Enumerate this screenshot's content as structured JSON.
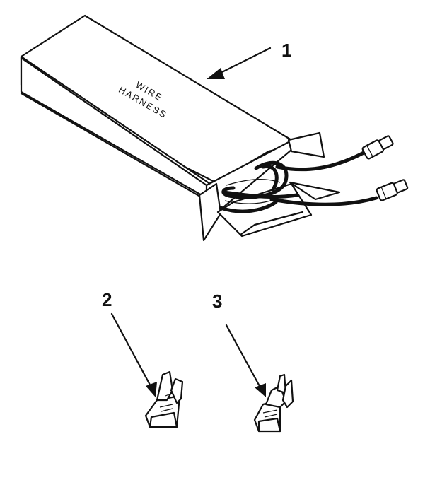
{
  "box_label": {
    "line1": "WIRE",
    "line2": "HARNESS"
  },
  "callouts": [
    {
      "id": "1"
    },
    {
      "id": "2"
    },
    {
      "id": "3"
    }
  ]
}
